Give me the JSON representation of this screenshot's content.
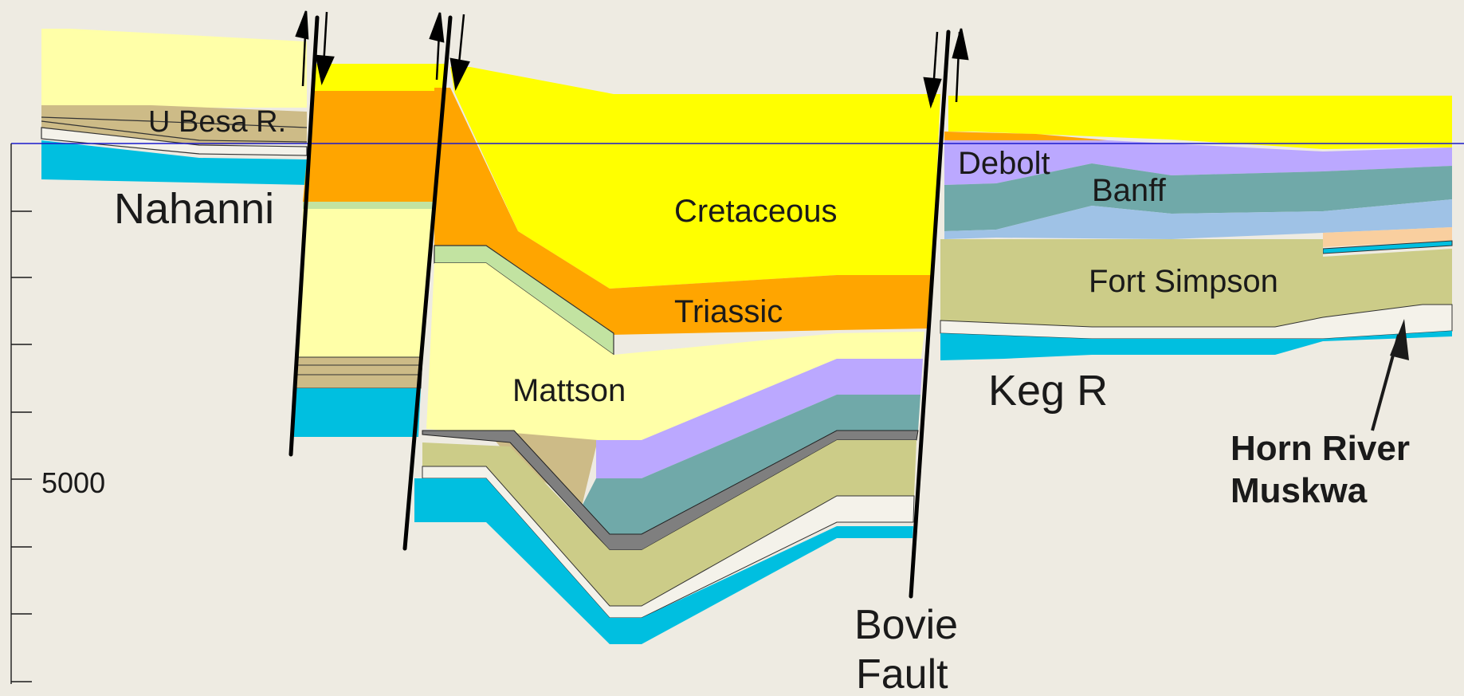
{
  "labels": {
    "u_besa": "U Besa R.",
    "nahanni": "Nahanni",
    "cretaceous": "Cretaceous",
    "triassic": "Triassic",
    "mattson": "Mattson",
    "debolt": "Debolt",
    "banff": "Banff",
    "fort_simpson": "Fort Simpson",
    "keg_r": "Keg R",
    "bovie_fault_line1": "Bovie",
    "bovie_fault_line2": "Fault",
    "horn_river_line1": "Horn River",
    "horn_river_line2": "Muskwa",
    "depth_tick": "5000"
  },
  "colors": {
    "background": "#eeebe2",
    "cretaceous": "#ffff00",
    "cretaceous_pale": "#ffffa8",
    "triassic": "#ffa500",
    "mattson": "#ffffa8",
    "debolt": "#bba8ff",
    "banff": "#70a9a9",
    "light_blue": "#9fc2e6",
    "fort_simpson": "#cccc88",
    "keg_r": "#00bfe0",
    "tan": "#cdbb87",
    "green": "#c2e3a1",
    "peach": "#f9cf9f",
    "grey": "#7f7f7f",
    "sea_level": "#1a1acc"
  }
}
